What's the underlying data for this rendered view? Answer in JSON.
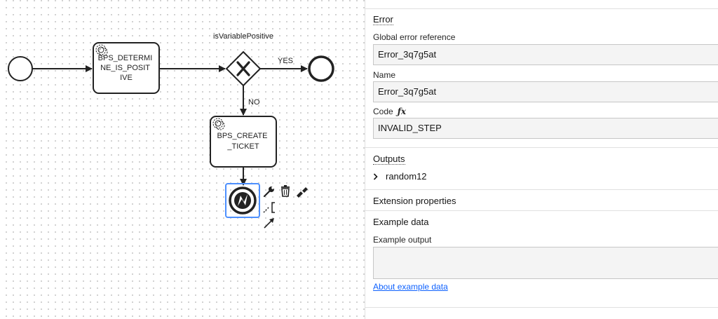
{
  "diagram": {
    "task1_label_lines": [
      "BPS_DETERMI",
      "NE_IS_POSIT",
      "IVE"
    ],
    "gateway_label": "isVariablePositive",
    "flow_yes_label": "YES",
    "flow_no_label": "NO",
    "task2_label_lines": [
      "BPS_CREATE",
      "_TICKET"
    ],
    "selection_color": "#4d90fe"
  },
  "panel": {
    "error_group_title": "Error",
    "global_ref_label": "Global error reference",
    "global_ref_value": "Error_3q7g5at",
    "name_label": "Name",
    "name_value": "Error_3q7g5at",
    "code_label": "Code",
    "code_fx": "ƒx",
    "code_value": "INVALID_STEP",
    "outputs_title": "Outputs",
    "output_item": "random12",
    "extension_title": "Extension properties",
    "example_title": "Example data",
    "example_output_label": "Example output",
    "example_link": "About example data",
    "link_color": "#0f62fe"
  }
}
